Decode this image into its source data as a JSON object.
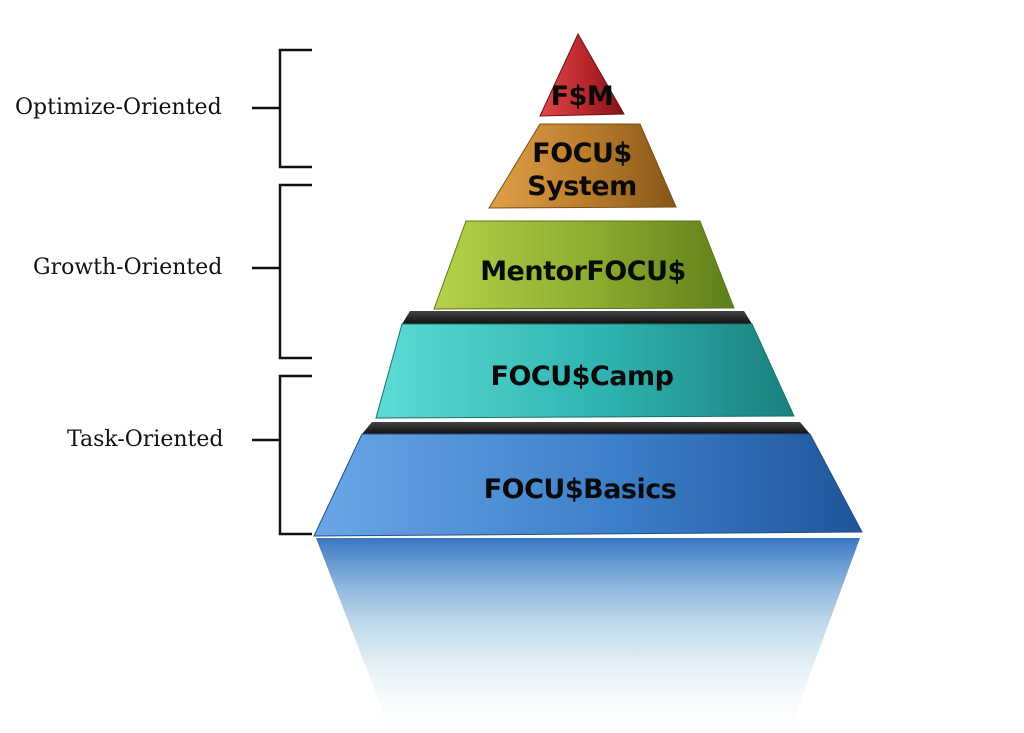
{
  "tiers": [
    {
      "id": "fsm",
      "lines": [
        "F$M"
      ],
      "color": "#b8262a"
    },
    {
      "id": "focus-system",
      "lines": [
        "FOCU$",
        "System"
      ],
      "color": "#b87a2a"
    },
    {
      "id": "mentorfocus",
      "lines": [
        "MentorFOCU$"
      ],
      "color": "#8aab2e"
    },
    {
      "id": "focuscamp",
      "lines": [
        "FOCU$Camp"
      ],
      "color": "#2fb3b0"
    },
    {
      "id": "focusbasics",
      "lines": [
        "FOCU$Basics"
      ],
      "color": "#3c7fc9"
    }
  ],
  "groups": [
    {
      "id": "optimize",
      "label": "Optimize-Oriented"
    },
    {
      "id": "growth",
      "label": "Growth-Oriented"
    },
    {
      "id": "task",
      "label": "Task-Oriented"
    }
  ]
}
